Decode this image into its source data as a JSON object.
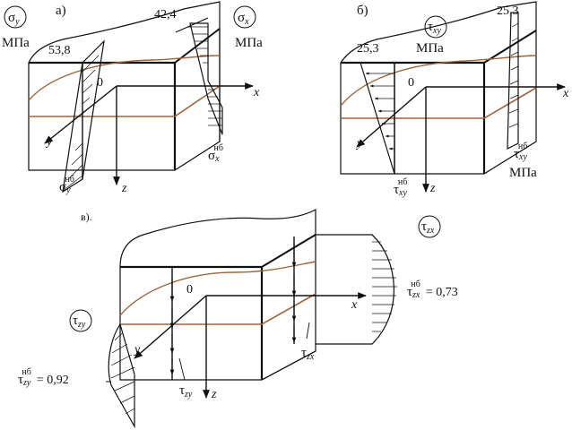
{
  "panels": {
    "a": {
      "label": "а)",
      "sigma_y": {
        "symbol": "σ",
        "sub": "y",
        "unit": "МПа",
        "max": "53,8"
      },
      "sigma_x": {
        "symbol": "σ",
        "sub": "x",
        "unit": "МПа",
        "max": "42,4"
      },
      "origin": "0",
      "axes": {
        "x": "x",
        "y": "y",
        "z": "z"
      },
      "sigma_y_nb": {
        "symbol": "σ",
        "sup": "нб",
        "sub": "y"
      },
      "sigma_x_nb": {
        "symbol": "σ",
        "sup": "нб",
        "sub": "x"
      }
    },
    "b": {
      "label": "б)",
      "tau_xy": {
        "symbol": "τ",
        "sub": "xy",
        "unit": "МПа"
      },
      "left_value": "25,3",
      "right_value": "25,3",
      "origin": "0",
      "axes": {
        "x": "x",
        "y": "y",
        "z": "z"
      },
      "tau_xy_nb_left": {
        "symbol": "τ",
        "sup": "нб",
        "sub": "xy"
      },
      "tau_xy_nb_right": {
        "symbol": "τ",
        "sup": "нб",
        "sub": "xy",
        "unit": "МПа"
      }
    },
    "c": {
      "label": "в).",
      "tau_zx": {
        "symbol": "τ",
        "sub": "zx"
      },
      "tau_zy": {
        "symbol": "τ",
        "sub": "zy"
      },
      "tau_zx_nb": {
        "symbol": "τ",
        "sup": "нб",
        "sub": "zx",
        "eq": "= 0,73"
      },
      "tau_zy_nb": {
        "symbol": "τ",
        "sup": "нб",
        "sub": "zy",
        "eq": "= 0,92"
      },
      "origin": "0",
      "axes": {
        "x": "x",
        "y": "y",
        "z": "z"
      },
      "tau_zy_inner": {
        "symbol": "τ",
        "sub": "zy"
      },
      "tau_zx_inner": {
        "symbol": "τ",
        "sub": "zx"
      }
    }
  },
  "colors": {
    "curve": "#a0643a",
    "line": "#111111"
  }
}
